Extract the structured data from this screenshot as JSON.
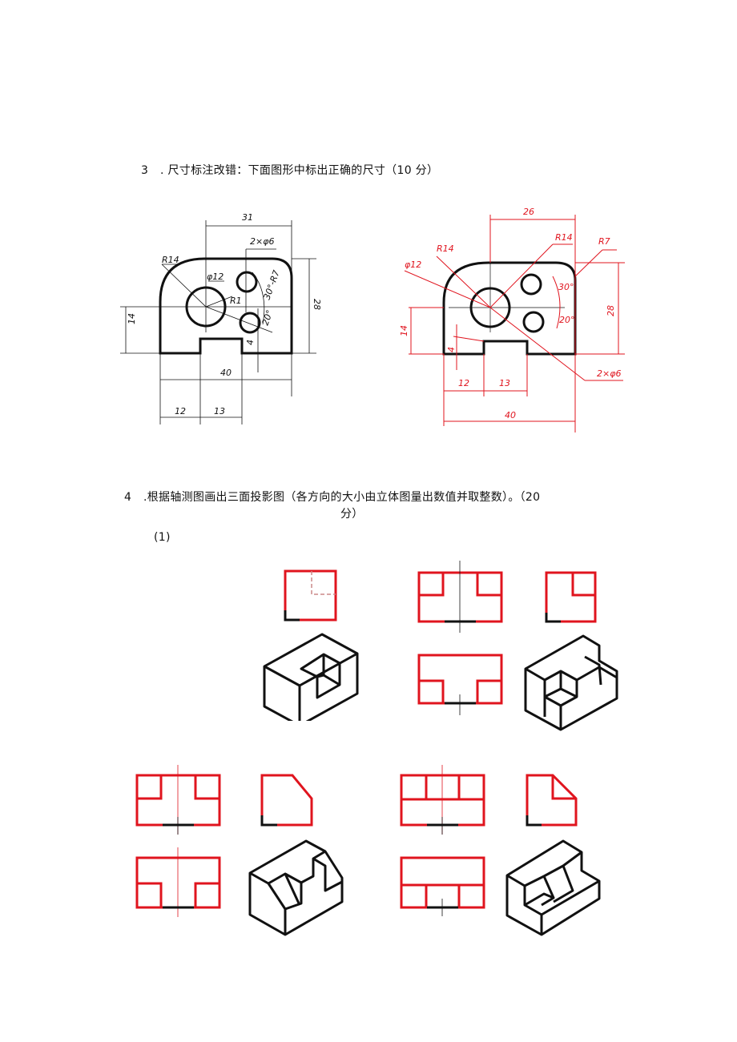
{
  "question3": {
    "number": "3",
    "text": ". 尺寸标注改错：下面图形中标出正确的尺寸（10 分）",
    "wrong_figure": {
      "labels": {
        "dim_top": "31",
        "holes": "2×φ6",
        "radius_corner": "R14",
        "diameter": "φ12",
        "radius_inner": "R1",
        "angle_radius": "30°-R7",
        "angle_lower": "20°",
        "height_right": "28",
        "height_left": "14",
        "small_height": "4",
        "width_total": "40",
        "width_left": "12",
        "width_mid": "13"
      }
    },
    "correct_figure": {
      "labels": {
        "dim_top": "26",
        "radius_left": "R14",
        "diameter": "φ12",
        "radius_center": "R14",
        "radius_corner": "R7",
        "angle_upper": "30°",
        "angle_lower": "20°",
        "height_right": "28",
        "height_left": "14",
        "small_height": "4",
        "width_left": "12",
        "width_mid": "13",
        "width_total": "40",
        "holes": "2×φ6"
      }
    }
  },
  "question4": {
    "number": "4",
    "text_line1": ".根据轴测图画出三面投影图（各方向的大小由立体图量出数值并取整数）。（20",
    "text_line2": "分）",
    "sub_label": "(1)"
  },
  "colors": {
    "red": "#e0141e",
    "black": "#111111"
  }
}
